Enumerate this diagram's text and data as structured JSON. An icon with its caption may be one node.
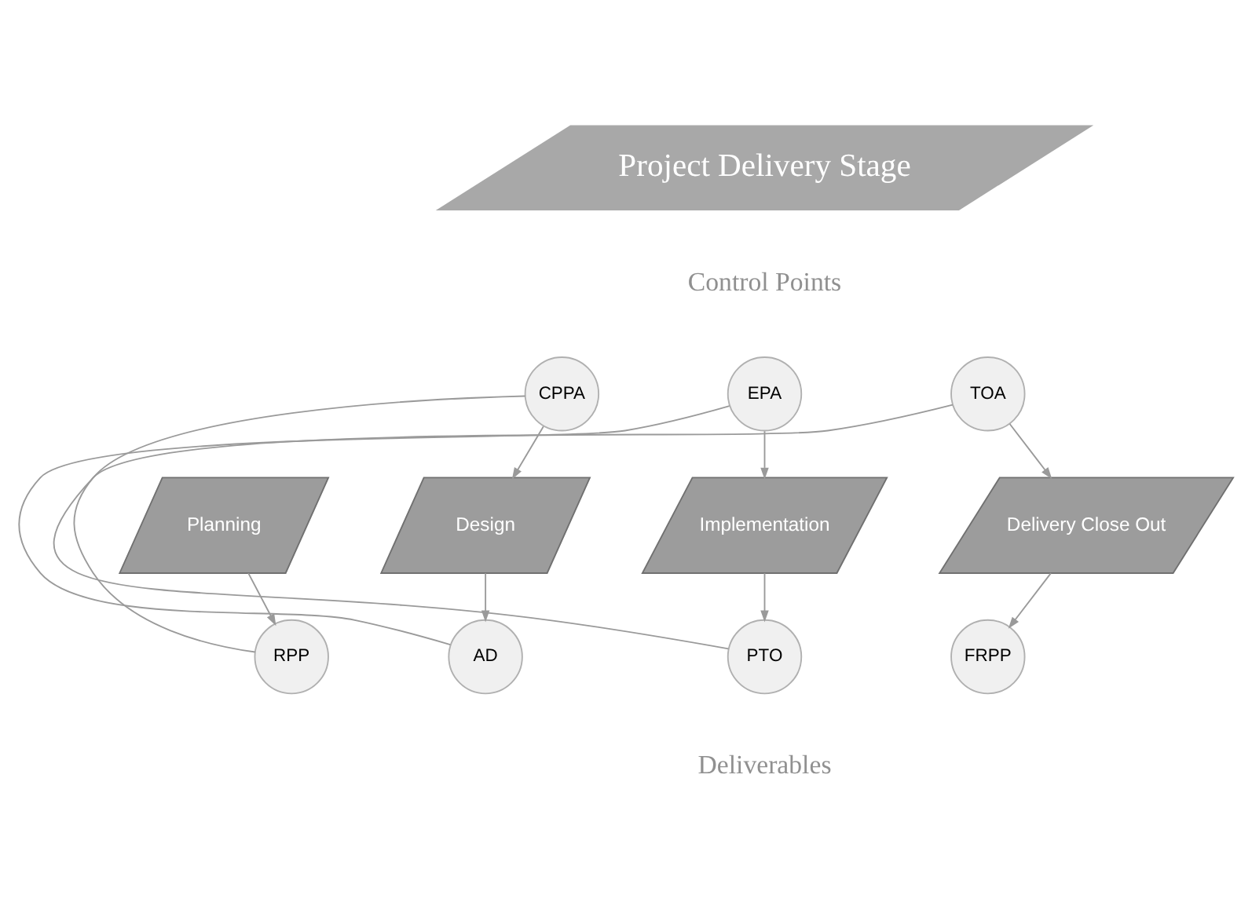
{
  "diagram": {
    "nodes": [
      {
        "text": [
          "Project Delivery Stage"
        ]
      },
      {
        "text": [
          "CPPA"
        ]
      },
      {
        "text": [
          "EPA"
        ]
      },
      {
        "text": [
          "TOA"
        ]
      },
      {
        "text": [
          "Planning"
        ]
      },
      {
        "text": [
          "Design"
        ]
      },
      {
        "text": [
          "Implementation"
        ]
      },
      {
        "text": [
          "Delivery Close Out"
        ]
      },
      {
        "text": [
          "RPP"
        ]
      },
      {
        "text": [
          "AD"
        ]
      },
      {
        "text": [
          "PTO"
        ]
      },
      {
        "text": [
          "FRPP"
        ]
      }
    ],
    "edges": [
      {
        "from": 1,
        "to": 5,
        "arrow": "to"
      },
      {
        "from": 2,
        "to": 6,
        "arrow": "to"
      },
      {
        "from": 3,
        "to": 7,
        "arrow": "to"
      },
      {
        "from": 4,
        "to": 8,
        "arrow": "to"
      },
      {
        "from": 5,
        "to": 9,
        "arrow": "to"
      },
      {
        "from": 6,
        "to": 10,
        "arrow": "to"
      },
      {
        "from": 7,
        "to": 11,
        "arrow": "to"
      },
      {
        "from": 8,
        "to": 1,
        "arrow": "none"
      },
      {
        "from": 9,
        "to": 2,
        "arrow": "none"
      },
      {
        "from": 10,
        "to": 3,
        "arrow": "none"
      }
    ],
    "labels": [
      "Control Points",
      "Deliverables"
    ]
  }
}
